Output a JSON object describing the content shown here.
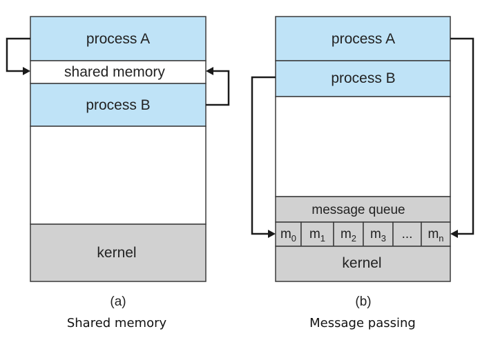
{
  "diagram_a": {
    "process_a": "process  A",
    "shared_memory": "shared memory",
    "process_b": "process  B",
    "kernel": "kernel",
    "label": "(a)",
    "caption": "Shared memory"
  },
  "diagram_b": {
    "process_a": "process  A",
    "process_b": "process  B",
    "message_queue": "message queue",
    "slots": [
      {
        "base": "m",
        "sub": "0"
      },
      {
        "base": "m",
        "sub": "1"
      },
      {
        "base": "m",
        "sub": "2"
      },
      {
        "base": "m",
        "sub": "3"
      },
      {
        "base": "...",
        "sub": ""
      },
      {
        "base": "m",
        "sub": "n"
      }
    ],
    "kernel": "kernel",
    "label": "(b)",
    "caption": "Message passing"
  },
  "colors": {
    "process": "#bfe3f7",
    "kernel": "#d1d1d1",
    "outline": "#3a3a3a"
  }
}
